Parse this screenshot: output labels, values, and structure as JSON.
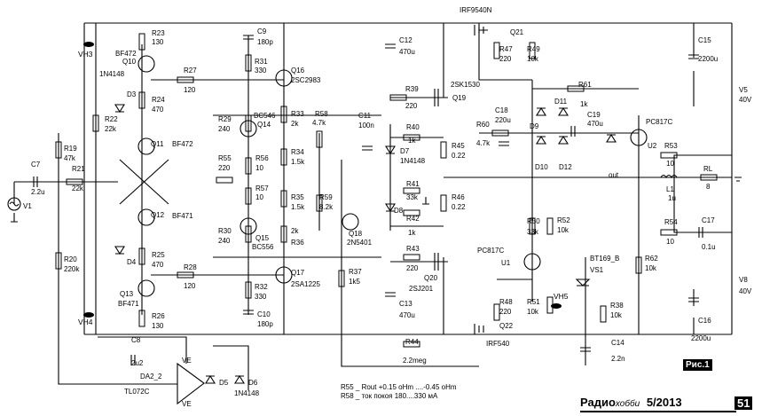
{
  "labels": [
    {
      "id": "q21",
      "t": "IRF9540N"
    },
    {
      "id": "vh3",
      "t": "VH3"
    },
    {
      "id": "bf472a",
      "t": "BF472"
    },
    {
      "id": "q10",
      "t": "Q10"
    },
    {
      "id": "d1n",
      "t": "1N4148"
    },
    {
      "id": "r23",
      "t": "R23"
    },
    {
      "id": "r23v",
      "t": "130"
    },
    {
      "id": "c9",
      "t": "C9"
    },
    {
      "id": "c9v",
      "t": "180p"
    },
    {
      "id": "r31",
      "t": "R31"
    },
    {
      "id": "r31v",
      "t": "330"
    },
    {
      "id": "q16",
      "t": "Q16"
    },
    {
      "id": "q16t",
      "t": "2SC2983"
    },
    {
      "id": "c12",
      "t": "C12"
    },
    {
      "id": "c12v",
      "t": "470u"
    },
    {
      "id": "q21l",
      "t": "Q21"
    },
    {
      "id": "r47",
      "t": "R47"
    },
    {
      "id": "r47v",
      "t": "220"
    },
    {
      "id": "r49",
      "t": "R49"
    },
    {
      "id": "r49v",
      "t": "10k"
    },
    {
      "id": "c15",
      "t": "C15"
    },
    {
      "id": "c15v",
      "t": "2200u"
    },
    {
      "id": "r27",
      "t": "R27"
    },
    {
      "id": "r27v",
      "t": "120"
    },
    {
      "id": "d3",
      "t": "D3"
    },
    {
      "id": "r24",
      "t": "R24"
    },
    {
      "id": "r24v",
      "t": "470"
    },
    {
      "id": "r22",
      "t": "R22"
    },
    {
      "id": "r22v",
      "t": "22k"
    },
    {
      "id": "q11",
      "t": "Q11"
    },
    {
      "id": "bf472b",
      "t": "BF472"
    },
    {
      "id": "sk1530",
      "t": "2SK1530"
    },
    {
      "id": "r39",
      "t": "R39"
    },
    {
      "id": "r39v",
      "t": "220"
    },
    {
      "id": "q19",
      "t": "Q19"
    },
    {
      "id": "v5",
      "t": "V5"
    },
    {
      "id": "v5v",
      "t": "40V"
    },
    {
      "id": "r61",
      "t": "R61"
    },
    {
      "id": "r61v",
      "t": "1k"
    },
    {
      "id": "d11",
      "t": "D11"
    },
    {
      "id": "c19",
      "t": "C19"
    },
    {
      "id": "c19v",
      "t": "470u"
    },
    {
      "id": "pc817a",
      "t": "PC817C"
    },
    {
      "id": "bc546",
      "t": "BC546"
    },
    {
      "id": "q14",
      "t": "Q14"
    },
    {
      "id": "r33",
      "t": "R33"
    },
    {
      "id": "r33v",
      "t": "2k"
    },
    {
      "id": "r58",
      "t": "R58"
    },
    {
      "id": "r58v",
      "t": "4.7k"
    },
    {
      "id": "c11",
      "t": "C11"
    },
    {
      "id": "c11v",
      "t": "100n"
    },
    {
      "id": "r40",
      "t": "R40"
    },
    {
      "id": "r40v",
      "t": "1k"
    },
    {
      "id": "c18",
      "t": "C18"
    },
    {
      "id": "c18v",
      "t": "220u"
    },
    {
      "id": "r60",
      "t": "R60"
    },
    {
      "id": "r60v",
      "t": "4.7k"
    },
    {
      "id": "d9",
      "t": "D9"
    },
    {
      "id": "d10",
      "t": "D10"
    },
    {
      "id": "d12",
      "t": "D12"
    },
    {
      "id": "u2",
      "t": "U2"
    },
    {
      "id": "r29",
      "t": "R29"
    },
    {
      "id": "r29v",
      "t": "240"
    },
    {
      "id": "r19",
      "t": "R19"
    },
    {
      "id": "r19v",
      "t": "47k"
    },
    {
      "id": "c7",
      "t": "C7"
    },
    {
      "id": "c7v",
      "t": "2.2u"
    },
    {
      "id": "r21",
      "t": "R21"
    },
    {
      "id": "r21v",
      "t": "22k"
    },
    {
      "id": "r55",
      "t": "R55"
    },
    {
      "id": "r55v",
      "t": "220"
    },
    {
      "id": "r56",
      "t": "R56"
    },
    {
      "id": "r56v",
      "t": "10"
    },
    {
      "id": "r34",
      "t": "R34"
    },
    {
      "id": "r34v",
      "t": "1.5k"
    },
    {
      "id": "d7",
      "t": "D7"
    },
    {
      "id": "d7t",
      "t": "1N4148"
    },
    {
      "id": "r45",
      "t": "R45"
    },
    {
      "id": "r45v",
      "t": "0.22"
    },
    {
      "id": "r53",
      "t": "R53"
    },
    {
      "id": "r53v",
      "t": "10"
    },
    {
      "id": "rl",
      "t": "RL"
    },
    {
      "id": "rlv",
      "t": "8"
    },
    {
      "id": "out",
      "t": "out"
    },
    {
      "id": "l1",
      "t": "L1"
    },
    {
      "id": "l1v",
      "t": "1u"
    },
    {
      "id": "v1",
      "t": "V1"
    },
    {
      "id": "r57",
      "t": "R57"
    },
    {
      "id": "r57v",
      "t": "10"
    },
    {
      "id": "r35",
      "t": "R35"
    },
    {
      "id": "r35v",
      "t": "1.5k"
    },
    {
      "id": "r59",
      "t": "R59"
    },
    {
      "id": "r59v",
      "t": "8.2k"
    },
    {
      "id": "r41",
      "t": "R41"
    },
    {
      "id": "r41v",
      "t": "33k"
    },
    {
      "id": "d8",
      "t": "D8"
    },
    {
      "id": "r46",
      "t": "R46"
    },
    {
      "id": "r46v",
      "t": "0.22"
    },
    {
      "id": "q12",
      "t": "Q12"
    },
    {
      "id": "bf471a",
      "t": "BF471"
    },
    {
      "id": "r42",
      "t": "R42"
    },
    {
      "id": "r42v",
      "t": "1k"
    },
    {
      "id": "r50",
      "t": "R50"
    },
    {
      "id": "r50v",
      "t": "33k"
    },
    {
      "id": "r52",
      "t": "R52"
    },
    {
      "id": "r52v",
      "t": "10k"
    },
    {
      "id": "r54",
      "t": "R54"
    },
    {
      "id": "r54v",
      "t": "10"
    },
    {
      "id": "c17",
      "t": "C17"
    },
    {
      "id": "c17v",
      "t": "0.1u"
    },
    {
      "id": "r30",
      "t": "R30"
    },
    {
      "id": "r30v",
      "t": "240"
    },
    {
      "id": "r36v",
      "t": "2k"
    },
    {
      "id": "r36",
      "t": "R36"
    },
    {
      "id": "q15",
      "t": "Q15"
    },
    {
      "id": "bc556",
      "t": "BC556"
    },
    {
      "id": "q18",
      "t": "Q18"
    },
    {
      "id": "n5401",
      "t": "2N5401"
    },
    {
      "id": "r43",
      "t": "R43"
    },
    {
      "id": "r43v",
      "t": "220"
    },
    {
      "id": "pc817b",
      "t": "PC817C"
    },
    {
      "id": "u1",
      "t": "U1"
    },
    {
      "id": "bt169",
      "t": "BT169_B"
    },
    {
      "id": "vs1",
      "t": "VS1"
    },
    {
      "id": "r62",
      "t": "R62"
    },
    {
      "id": "r62v",
      "t": "10k"
    },
    {
      "id": "d4",
      "t": "D4"
    },
    {
      "id": "r25",
      "t": "R25"
    },
    {
      "id": "r25v",
      "t": "470"
    },
    {
      "id": "r20",
      "t": "R20"
    },
    {
      "id": "r20v",
      "t": "220k"
    },
    {
      "id": "r28",
      "t": "R28"
    },
    {
      "id": "r28v",
      "t": "120"
    },
    {
      "id": "q17",
      "t": "Q17"
    },
    {
      "id": "sa1225",
      "t": "2SA1225"
    },
    {
      "id": "r37",
      "t": "R37"
    },
    {
      "id": "r37v",
      "t": "1k5"
    },
    {
      "id": "q20",
      "t": "Q20"
    },
    {
      "id": "j201",
      "t": "2SJ201"
    },
    {
      "id": "v8",
      "t": "V8"
    },
    {
      "id": "v8v",
      "t": "40V"
    },
    {
      "id": "q13",
      "t": "Q13"
    },
    {
      "id": "bf471b",
      "t": "BF471"
    },
    {
      "id": "r32",
      "t": "R32"
    },
    {
      "id": "r32v",
      "t": "330"
    },
    {
      "id": "r48",
      "t": "R48"
    },
    {
      "id": "r48v",
      "t": "220"
    },
    {
      "id": "r51",
      "t": "R51"
    },
    {
      "id": "r51v",
      "t": "10k"
    },
    {
      "id": "vh5",
      "t": "VH5"
    },
    {
      "id": "r38",
      "t": "R38"
    },
    {
      "id": "r38v",
      "t": "10k"
    },
    {
      "id": "vh4",
      "t": "VH4"
    },
    {
      "id": "r26",
      "t": "R26"
    },
    {
      "id": "r26v",
      "t": "130"
    },
    {
      "id": "c10",
      "t": "C10"
    },
    {
      "id": "c10v",
      "t": "180p"
    },
    {
      "id": "c13",
      "t": "C13"
    },
    {
      "id": "c13v",
      "t": "470u"
    },
    {
      "id": "q22",
      "t": "Q22"
    },
    {
      "id": "c16",
      "t": "C16"
    },
    {
      "id": "c16v",
      "t": "2200u"
    },
    {
      "id": "c8",
      "t": "C8"
    },
    {
      "id": "c8v",
      "t": "2u2"
    },
    {
      "id": "r44",
      "t": "R44"
    },
    {
      "id": "r44v",
      "t": "2.2meg"
    },
    {
      "id": "irf540",
      "t": "IRF540"
    },
    {
      "id": "c14",
      "t": "C14"
    },
    {
      "id": "c14v",
      "t": "2.2n"
    },
    {
      "id": "ve",
      "t": "VE"
    },
    {
      "id": "da2",
      "t": "DA2_2"
    },
    {
      "id": "d5",
      "t": "D5"
    },
    {
      "id": "d6",
      "t": "D6"
    },
    {
      "id": "d6t",
      "t": "1N4148"
    },
    {
      "id": "tl072",
      "t": "TL072C"
    },
    {
      "id": "ve2",
      "t": "VE"
    }
  ],
  "notes": {
    "line1": "R55 _ Rout  +0.15 оHm ....-0.45 оHm",
    "line2": "R58 _ ток покоя 180....330 мА"
  },
  "fig_label": "Рис.1",
  "journal": {
    "name": "Радио",
    "suffix": "хобби",
    "issue": "5/2013"
  },
  "page_number": "51"
}
